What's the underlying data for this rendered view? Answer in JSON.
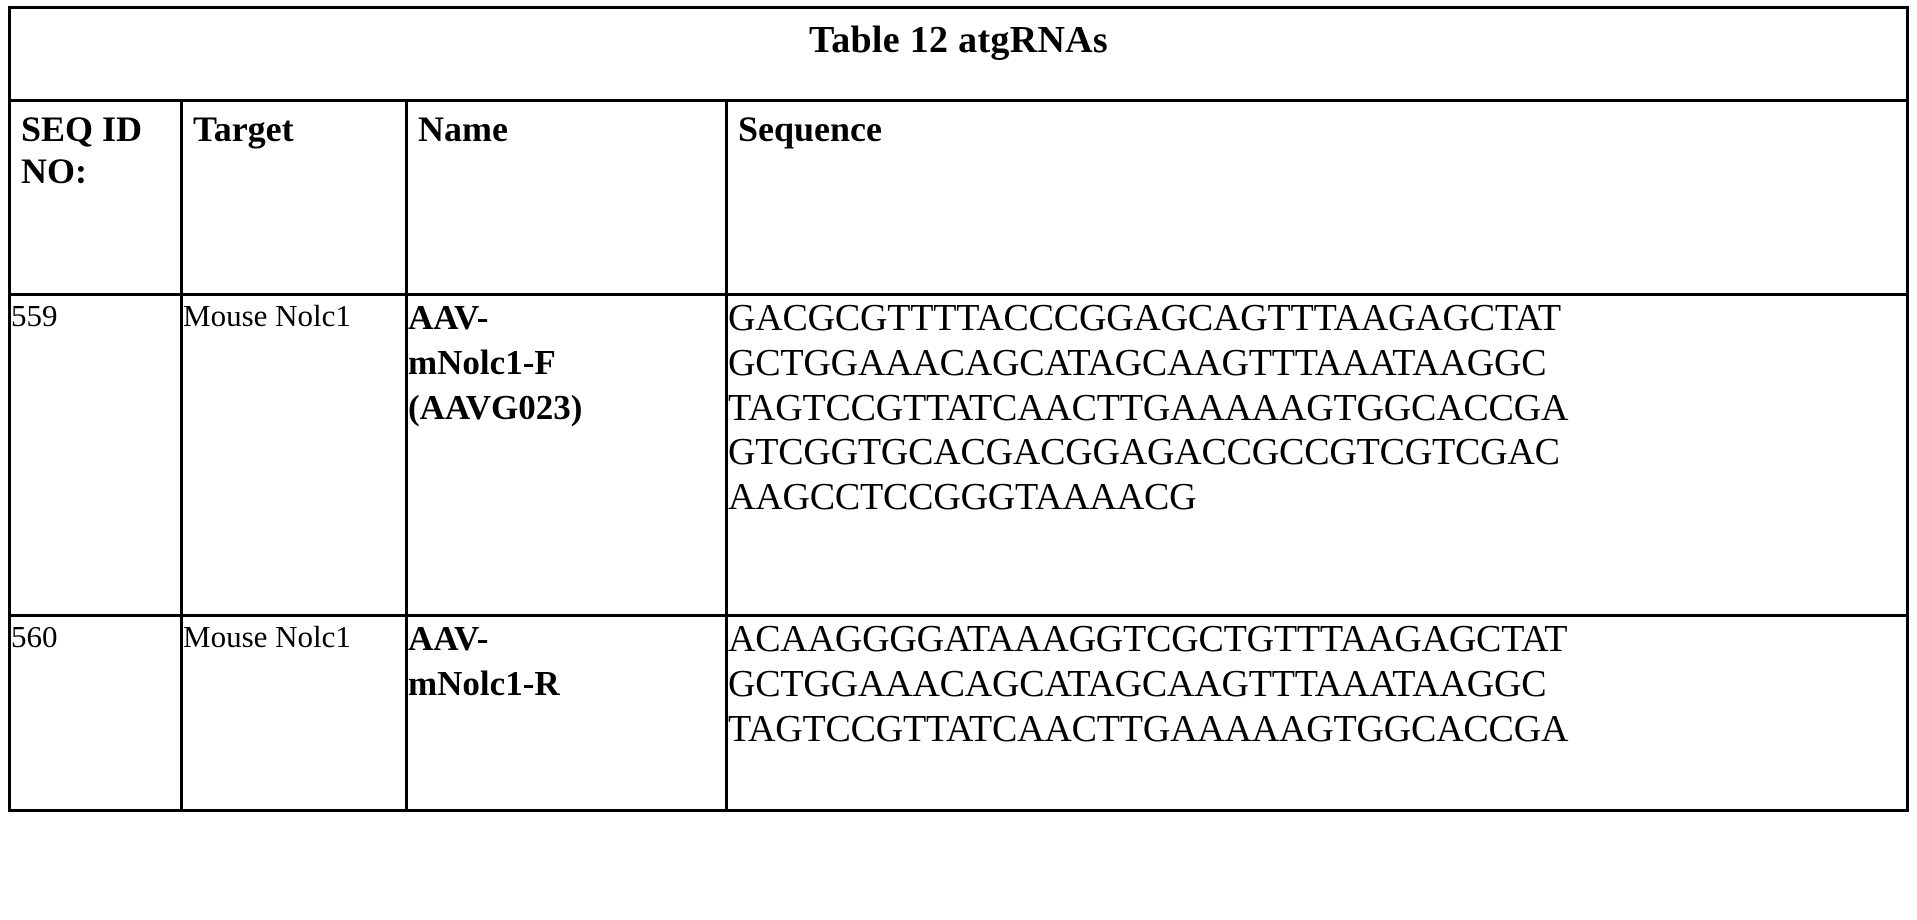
{
  "document": {
    "title": "Table 12 atgRNAs"
  },
  "table": {
    "headers": {
      "seq_id": "SEQ ID NO:",
      "target": "Target",
      "name": "Name",
      "sequence": "Sequence"
    },
    "rows": [
      {
        "seq_id": "559",
        "target": "Mouse Nolc1",
        "name_lines": [
          "AAV-",
          "mNolc1-F",
          "(AAVG023)"
        ],
        "sequence_lines": [
          "GACGCGTTTTACCCGGAGCAGTTTAAGAGCTAT",
          "GCTGGAAACAGCATAGCAAGTTTAAATAAGGC",
          "TAGTCCGTTATCAACTTGAAAAAGTGGCACCGA",
          "GTCGGTGCACGACGGAGACCGCCGTCGTCGAC",
          "AAGCCTCCGGGTAAAACG"
        ]
      },
      {
        "seq_id": "560",
        "target": "Mouse Nolc1",
        "name_lines": [
          "AAV-",
          "mNolc1-R"
        ],
        "sequence_lines": [
          "ACAAGGGGATAAAGGTCGCTGTTTAAGAGCTAT",
          "GCTGGAAACAGCATAGCAAGTTTAAATAAGGC",
          "TAGTCCGTTATCAACTTGAAAAAGTGGCACCGA"
        ]
      }
    ]
  },
  "colors": {
    "text": "#000000",
    "background": "#ffffff",
    "border": "#000000"
  }
}
